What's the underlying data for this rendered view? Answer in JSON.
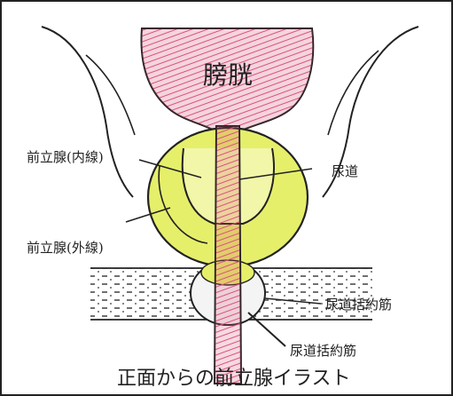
{
  "figure": {
    "caption": "正面からの前立腺イラスト",
    "labels": {
      "bladder": "膀胱",
      "prostate_inner": "前立腺(内線)",
      "prostate_outer": "前立腺(外線)",
      "urethra": "尿道",
      "sphincter_right": "尿道括約筋",
      "sphincter_lower": "尿道括約筋"
    }
  },
  "colors": {
    "bladder": "#d9527a",
    "prostate": "#e6ef6a",
    "prostate_core": "#f2f6a8",
    "outline": "#222222",
    "sphincter": "#f4f4f4"
  },
  "icons": [
    "bladder-shape",
    "prostate-shape",
    "urethra-tube",
    "sphincter-band"
  ]
}
